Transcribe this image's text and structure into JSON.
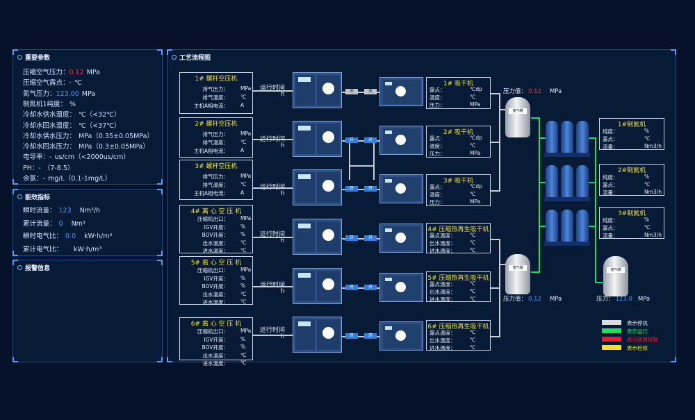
{
  "params": {
    "title": "重要参数",
    "rows": [
      {
        "label": "压缩空气压力：",
        "value": "0.12",
        "unit": "MPa"
      },
      {
        "label": "压缩空气露点：",
        "value": "-",
        "unit": "℃"
      },
      {
        "label": "氮气压力：",
        "value": "123.00",
        "unit": "MPa"
      },
      {
        "label": "制氮机1纯度：",
        "value": "",
        "unit": "%"
      },
      {
        "label": "冷却水供水温度：",
        "value": "",
        "unit": "℃（<32℃）"
      },
      {
        "label": "冷却水回水温度：",
        "value": "",
        "unit": "℃（<37℃）"
      },
      {
        "label": "冷却水供水压力：",
        "value": "",
        "unit": "MPa（0.35±0.05MPa）"
      },
      {
        "label": "冷却水回水压力：",
        "value": "",
        "unit": "MPa（0.3±0.05MPa）"
      },
      {
        "label": "电导率：",
        "value": "-",
        "unit": "us/cm（<2000us/cm）"
      },
      {
        "label": "PH：",
        "value": "-",
        "unit": "（7-8.5）"
      },
      {
        "label": "余氯：",
        "value": "-",
        "unit": "mg/L（0.1-1mg/L）"
      }
    ]
  },
  "energy": {
    "title": "能效指标",
    "rows": [
      {
        "label": "瞬时流量：",
        "value": "123",
        "unit": "Nm³/h"
      },
      {
        "label": "累计流量：",
        "value": "0",
        "unit": "Nm³"
      },
      {
        "label": "瞬时电气比：",
        "value": "0.0",
        "unit": "kW·h/m³"
      },
      {
        "label": "累计电气比：",
        "value": "",
        "unit": "kW·h/m³"
      }
    ]
  },
  "alarm": {
    "title": "报警信息"
  },
  "process": {
    "title": "工艺流程图"
  },
  "screw_compressors": [
    {
      "title": "1# 螺杆空压机",
      "rows": [
        [
          "排气压力：",
          "MPa"
        ],
        [
          "排气温度：",
          "℃"
        ],
        [
          "主机A相电流：",
          "A"
        ]
      ]
    },
    {
      "title": "2# 螺杆空压机",
      "rows": [
        [
          "排气压力：",
          "MPa"
        ],
        [
          "排气温度：",
          "℃"
        ],
        [
          "主机A相电流：",
          "A"
        ]
      ]
    },
    {
      "title": "3# 螺杆空压机",
      "rows": [
        [
          "排气压力：",
          "MPa"
        ],
        [
          "排气温度：",
          "℃"
        ],
        [
          "主机A相电流：",
          "A"
        ]
      ]
    }
  ],
  "centrifugal_compressors": [
    {
      "title": "4# 离 心 空 压 机",
      "rows": [
        [
          "压缩机出口：",
          "MPa"
        ],
        [
          "IGV开度：",
          "%"
        ],
        [
          "BOV开度：",
          "%"
        ],
        [
          "出水温度：",
          "℃"
        ],
        [
          "进水温度：",
          "℃"
        ]
      ]
    },
    {
      "title": "5# 离 心 空 压 机",
      "rows": [
        [
          "压缩机出口：",
          "MPa"
        ],
        [
          "IGV开度：",
          "%"
        ],
        [
          "BOV开度：",
          "%"
        ],
        [
          "出水温度：",
          "℃"
        ],
        [
          "进水温度：",
          "℃"
        ]
      ]
    },
    {
      "title": "6# 离 心 空 压 机",
      "rows": [
        [
          "压缩机出口：",
          "MPa"
        ],
        [
          "IGV开度：",
          "%"
        ],
        [
          "BOV开度：",
          "%"
        ],
        [
          "出水温度：",
          "℃"
        ],
        [
          "进水温度：",
          "℃"
        ]
      ]
    }
  ],
  "runtime": {
    "label": "运行时间",
    "unit": "h"
  },
  "valves": {
    "closed": "关",
    "open": "开"
  },
  "dryers": [
    {
      "title": "1# 吸干机",
      "rows": [
        [
          "露点：",
          "℃dp"
        ],
        [
          "温度：",
          "℃"
        ],
        [
          "压力：",
          "MPa"
        ]
      ]
    },
    {
      "title": "2# 吸干机",
      "rows": [
        [
          "露点：",
          "℃dp"
        ],
        [
          "温度：",
          "℃"
        ],
        [
          "压力：",
          "MPa"
        ]
      ]
    },
    {
      "title": "3# 吸干机",
      "rows": [
        [
          "露点：",
          "℃dp"
        ],
        [
          "温度：",
          "℃"
        ],
        [
          "压力：",
          "MPa"
        ]
      ]
    },
    {
      "title": "4# 压缩热再生吸干机",
      "rows": [
        [
          "露点温度：",
          "℃"
        ],
        [
          "出水温度：",
          "℃"
        ],
        [
          "进水温度：",
          "℃"
        ]
      ]
    },
    {
      "title": "5# 压缩热再生吸干机",
      "rows": [
        [
          "露点温度：",
          "℃"
        ],
        [
          "出水温度：",
          "℃"
        ],
        [
          "进水温度：",
          "℃"
        ]
      ]
    },
    {
      "title": "6# 压缩热再生吸干机",
      "rows": [
        [
          "露点温度：",
          "℃"
        ],
        [
          "出水温度：",
          "℃"
        ],
        [
          "进水温度：",
          "℃"
        ]
      ]
    }
  ],
  "tanks": {
    "label": "储气罐"
  },
  "pressure_top": {
    "label": "压力值：",
    "value": "0.12",
    "unit": "MPa"
  },
  "pressure_bottom": {
    "label": "压力值：",
    "value": "0.12",
    "unit": "MPa"
  },
  "nitrogen_pressure": {
    "label": "压力：",
    "value": "123.0",
    "unit": "MPa"
  },
  "nitrogen_gens": [
    {
      "title": "1#制氮机",
      "rows": [
        [
          "纯度：",
          "%"
        ],
        [
          "露点：",
          "℃"
        ],
        [
          "流量：",
          "Nm3/h"
        ]
      ]
    },
    {
      "title": "2#制氮机",
      "rows": [
        [
          "纯度：",
          "%"
        ],
        [
          "露点：",
          "℃"
        ],
        [
          "流量：",
          "Nm3/h"
        ]
      ]
    },
    {
      "title": "3#制氮机",
      "rows": [
        [
          "纯度：",
          "%"
        ],
        [
          "露点：",
          "℃"
        ],
        [
          "流量：",
          "Nm3/h"
        ]
      ]
    }
  ],
  "legend": [
    {
      "label": "表示停机",
      "color": "#d9dce0"
    },
    {
      "label": "表示运行",
      "color": "#1fe05a"
    },
    {
      "label": "表示故障报警",
      "color": "#e52222"
    },
    {
      "label": "表示检修",
      "color": "#f3e11a"
    }
  ],
  "colors": {
    "accent": "#3b9cff",
    "alarm": "#e23b3b",
    "run": "#19e05a"
  }
}
